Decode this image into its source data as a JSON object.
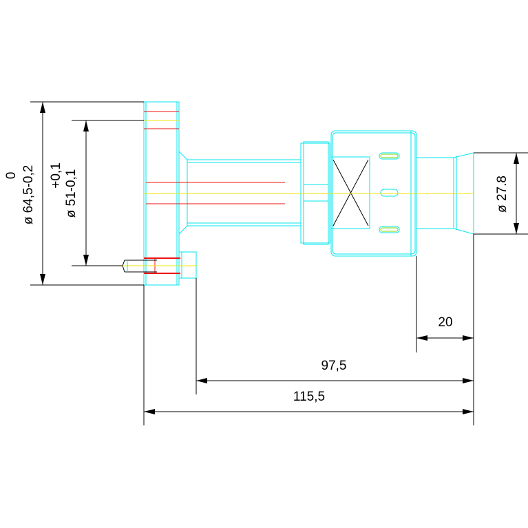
{
  "colors": {
    "outline": "#00e5ee",
    "dimension": "#000000",
    "hidden": "#ee1111",
    "centerline": "#f2e600",
    "contact": "#7ad400"
  },
  "dimensions": {
    "dia_64_upper": "0",
    "dia_64_main": "ø 64,5-0,2",
    "dia_51_upper": "+0,1",
    "dia_51_main": "ø 51-0,1",
    "dia_27": "ø  27.8",
    "len_20": "20",
    "len_97": "97,5",
    "len_115": "115,5"
  }
}
